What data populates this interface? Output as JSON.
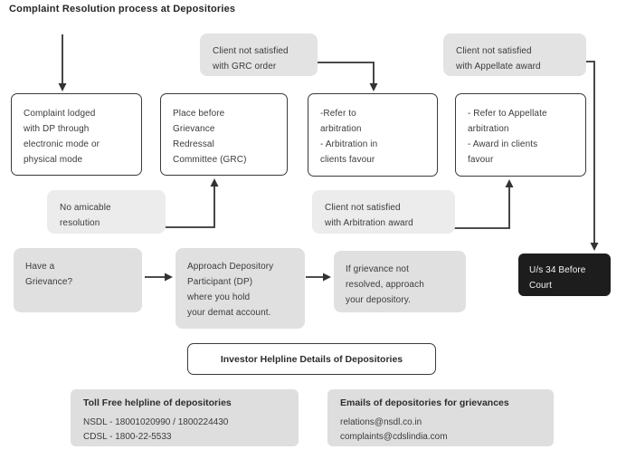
{
  "title": "Complaint Resolution process at Depositories",
  "colors": {
    "box_border": "#3a3a3a",
    "arrow": "#333333",
    "gray_callout": "#e3e3e3",
    "gray_callout_light": "#ececec",
    "gray_panel": "#e0e0e0",
    "info_panel": "#dedede",
    "dark_box_bg": "#1d1d1d",
    "dark_box_text": "#f5f5f5",
    "text": "#3b3b3b"
  },
  "flow": {
    "callout_grc": {
      "lines": [
        "Client not satisfied",
        "with GRC order"
      ]
    },
    "callout_appellate": {
      "lines": [
        "Client not satisfied",
        "with Appellate award"
      ]
    },
    "box_complaint": {
      "lines": [
        "Complaint lodged",
        "with DP through",
        "electronic mode or",
        "physical mode"
      ]
    },
    "box_grc": {
      "lines": [
        "Place before",
        "Grievance",
        "Redressal",
        "Committee (GRC)"
      ]
    },
    "box_arbitration": {
      "lines": [
        "-Refer to",
        "arbitration",
        "- Arbitration in",
        "clients favour"
      ]
    },
    "box_appellate": {
      "lines": [
        "- Refer to Appellate",
        "arbitration",
        "- Award in clients",
        "favour"
      ]
    },
    "callout_no_amicable": {
      "lines": [
        "No amicable",
        "resolution"
      ]
    },
    "callout_arbitration_award": {
      "lines": [
        "Client not satisfied",
        "with Arbitration award"
      ]
    },
    "box_have_grievance": {
      "lines": [
        "Have a",
        "Grievance?"
      ]
    },
    "box_approach_dp": {
      "lines": [
        "Approach Depository",
        "Participant (DP)",
        "where you hold",
        "your demat account."
      ]
    },
    "box_if_grievance": {
      "lines": [
        "If grievance not",
        "resolved, approach",
        "your depository."
      ]
    },
    "box_court": {
      "lines": [
        "U/s 34 Before",
        "Court"
      ]
    }
  },
  "helpline": {
    "title": "Investor Helpline Details of Depositories",
    "toll_free": {
      "heading": "Toll Free helpline of depositories",
      "lines": [
        "NSDL - 18001020990 / 1800224430",
        "CDSL - 1800-22-5533"
      ]
    },
    "emails": {
      "heading": "Emails of depositories for grievances",
      "lines": [
        "relations@nsdl.co.in",
        "complaints@cdslindia.com"
      ]
    }
  }
}
